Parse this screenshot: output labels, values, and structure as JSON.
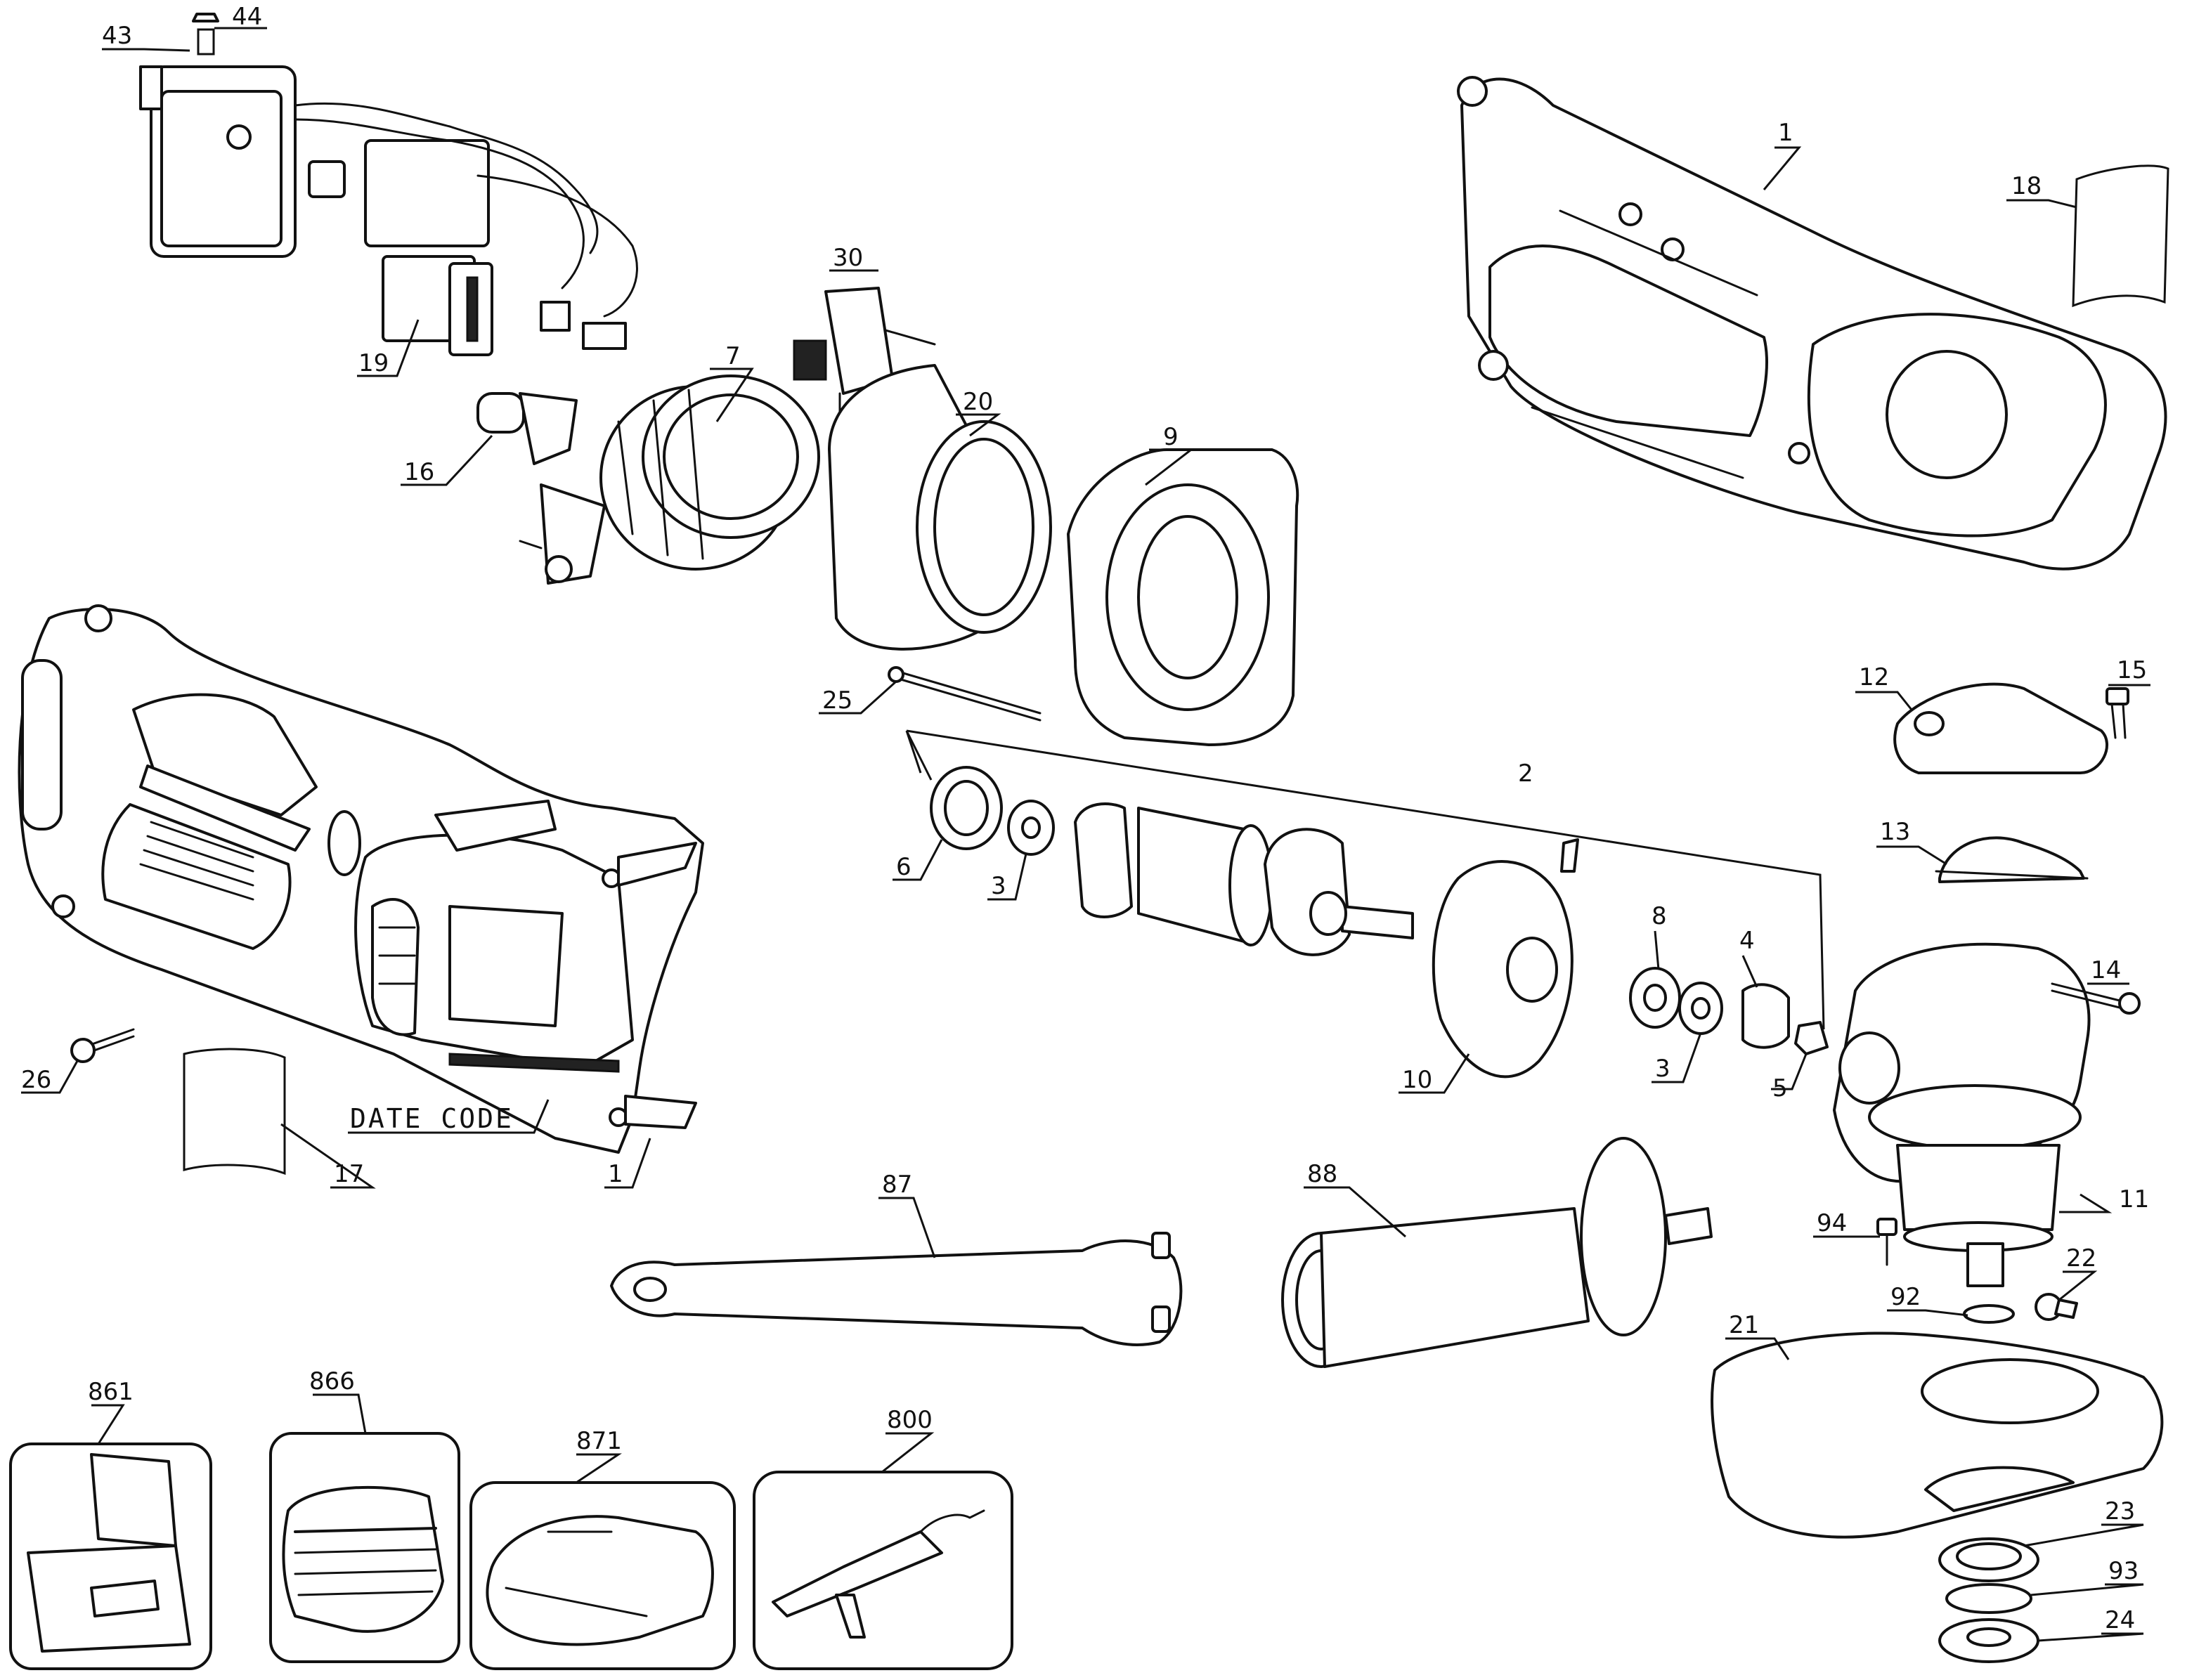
{
  "diagram": {
    "date_code_label": "DATE CODE",
    "callouts": [
      {
        "id": "43",
        "label": "43"
      },
      {
        "id": "44",
        "label": "44"
      },
      {
        "id": "19",
        "label": "19"
      },
      {
        "id": "30",
        "label": "30"
      },
      {
        "id": "7",
        "label": "7"
      },
      {
        "id": "16",
        "label": "16"
      },
      {
        "id": "20",
        "label": "20"
      },
      {
        "id": "9",
        "label": "9"
      },
      {
        "id": "25",
        "label": "25"
      },
      {
        "id": "1a",
        "label": "1"
      },
      {
        "id": "18",
        "label": "18"
      },
      {
        "id": "12",
        "label": "12"
      },
      {
        "id": "15",
        "label": "15"
      },
      {
        "id": "13",
        "label": "13"
      },
      {
        "id": "2",
        "label": "2"
      },
      {
        "id": "6",
        "label": "6"
      },
      {
        "id": "3a",
        "label": "3"
      },
      {
        "id": "8",
        "label": "8"
      },
      {
        "id": "4",
        "label": "4"
      },
      {
        "id": "3b",
        "label": "3"
      },
      {
        "id": "5",
        "label": "5"
      },
      {
        "id": "10",
        "label": "10"
      },
      {
        "id": "14",
        "label": "14"
      },
      {
        "id": "11",
        "label": "11"
      },
      {
        "id": "26",
        "label": "26"
      },
      {
        "id": "17",
        "label": "17"
      },
      {
        "id": "1b",
        "label": "1"
      },
      {
        "id": "87",
        "label": "87"
      },
      {
        "id": "88",
        "label": "88"
      },
      {
        "id": "94",
        "label": "94"
      },
      {
        "id": "22",
        "label": "22"
      },
      {
        "id": "92",
        "label": "92"
      },
      {
        "id": "21",
        "label": "21"
      },
      {
        "id": "861",
        "label": "861"
      },
      {
        "id": "866",
        "label": "866"
      },
      {
        "id": "871",
        "label": "871"
      },
      {
        "id": "800",
        "label": "800"
      },
      {
        "id": "23",
        "label": "23"
      },
      {
        "id": "93",
        "label": "93"
      },
      {
        "id": "24",
        "label": "24"
      }
    ]
  }
}
